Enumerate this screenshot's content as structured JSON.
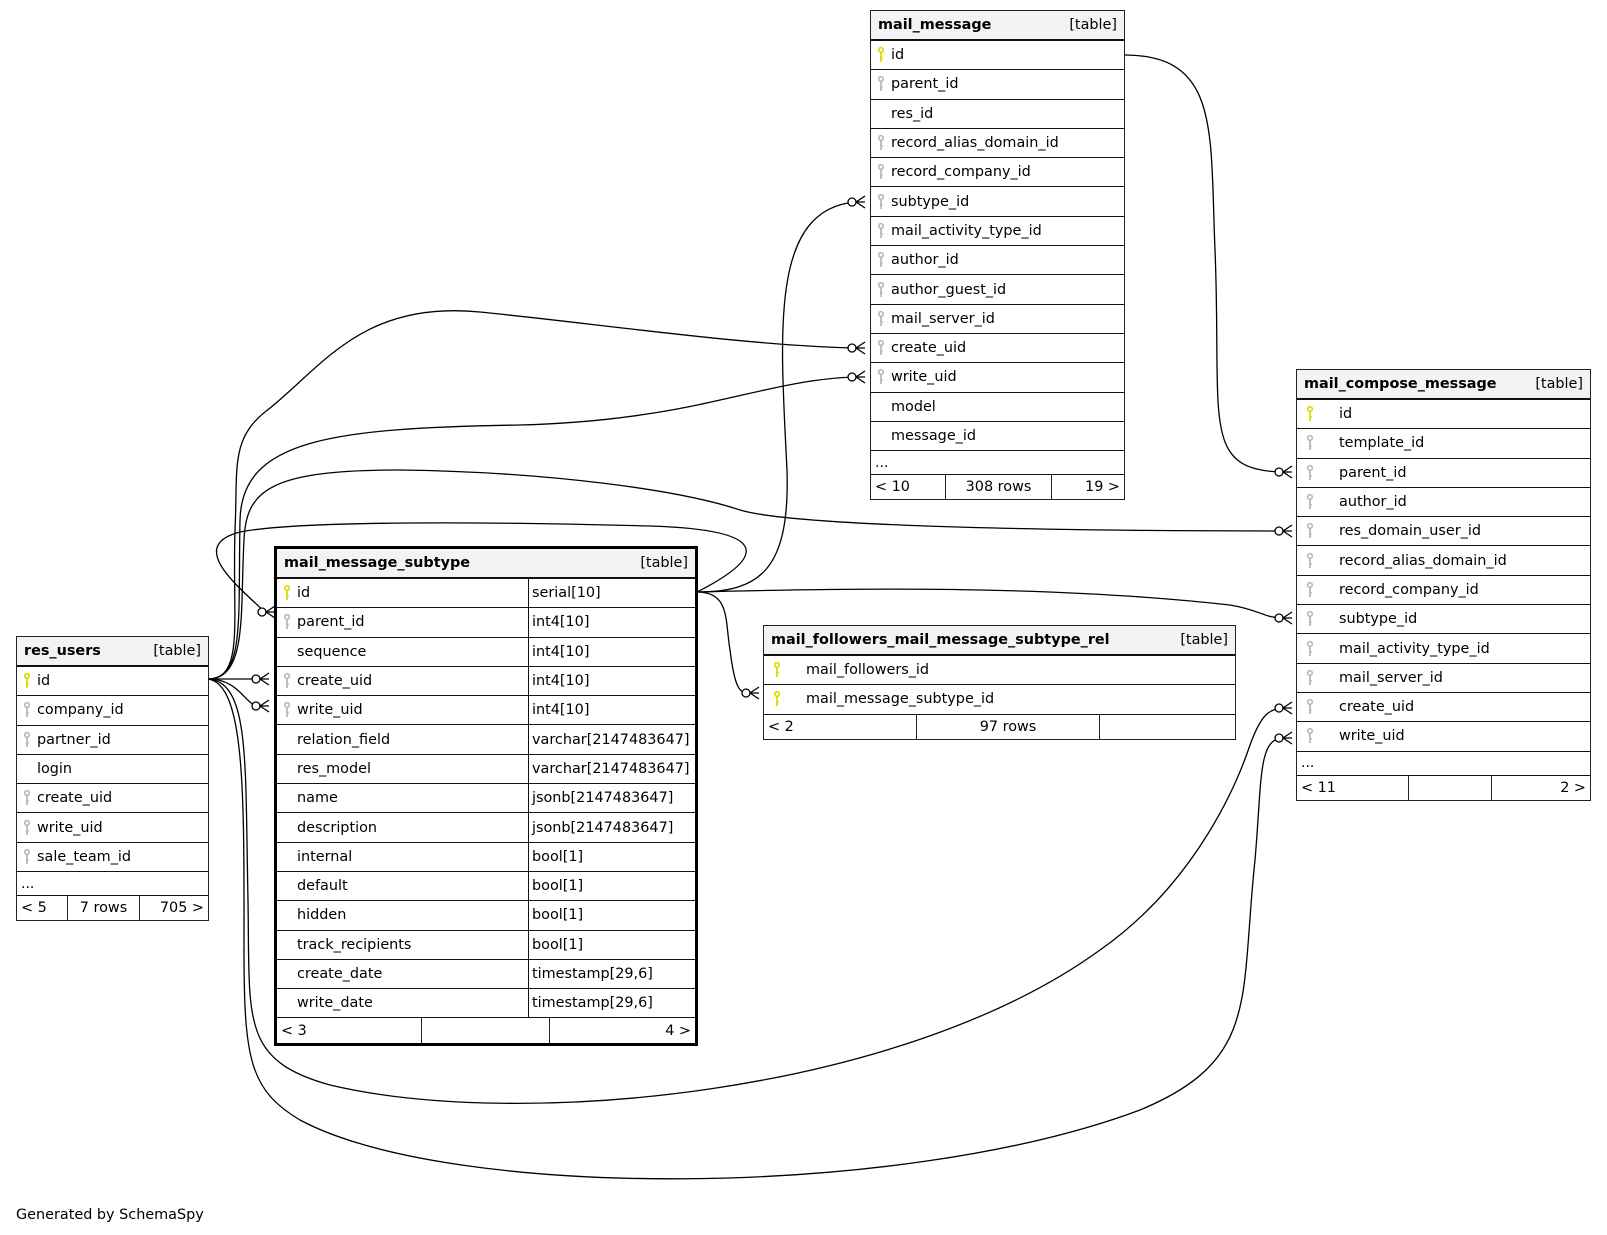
{
  "diagram": {
    "footer_text": "Generated by SchemaSpy",
    "colors": {
      "primary_key": "#e0d800",
      "foreign_key": "#b8b8b8",
      "header_bg": "#f3f3f3",
      "line": "#000000"
    },
    "tables": {
      "mail_message": {
        "name": "mail_message",
        "type": "[table]",
        "columns": [
          {
            "name": "id",
            "key": "primary"
          },
          {
            "name": "parent_id",
            "key": "foreign"
          },
          {
            "name": "res_id",
            "key": "none"
          },
          {
            "name": "record_alias_domain_id",
            "key": "foreign"
          },
          {
            "name": "record_company_id",
            "key": "foreign"
          },
          {
            "name": "subtype_id",
            "key": "foreign"
          },
          {
            "name": "mail_activity_type_id",
            "key": "foreign"
          },
          {
            "name": "author_id",
            "key": "foreign"
          },
          {
            "name": "author_guest_id",
            "key": "foreign"
          },
          {
            "name": "mail_server_id",
            "key": "foreign"
          },
          {
            "name": "create_uid",
            "key": "foreign"
          },
          {
            "name": "write_uid",
            "key": "foreign"
          },
          {
            "name": "model",
            "key": "none"
          },
          {
            "name": "message_id",
            "key": "none"
          }
        ],
        "more": "...",
        "footer": {
          "left": "< 10",
          "mid": "308 rows",
          "right": "19 >"
        }
      },
      "mail_compose_message": {
        "name": "mail_compose_message",
        "type": "[table]",
        "columns": [
          {
            "name": "id",
            "key": "primary"
          },
          {
            "name": "template_id",
            "key": "foreign"
          },
          {
            "name": "parent_id",
            "key": "foreign"
          },
          {
            "name": "author_id",
            "key": "foreign"
          },
          {
            "name": "res_domain_user_id",
            "key": "foreign"
          },
          {
            "name": "record_alias_domain_id",
            "key": "foreign"
          },
          {
            "name": "record_company_id",
            "key": "foreign"
          },
          {
            "name": "subtype_id",
            "key": "foreign"
          },
          {
            "name": "mail_activity_type_id",
            "key": "foreign"
          },
          {
            "name": "mail_server_id",
            "key": "foreign"
          },
          {
            "name": "create_uid",
            "key": "foreign"
          },
          {
            "name": "write_uid",
            "key": "foreign"
          }
        ],
        "more": "...",
        "footer": {
          "left": "< 11",
          "mid": "",
          "right": "2 >"
        }
      },
      "res_users": {
        "name": "res_users",
        "type": "[table]",
        "columns": [
          {
            "name": "id",
            "key": "primary"
          },
          {
            "name": "company_id",
            "key": "foreign"
          },
          {
            "name": "partner_id",
            "key": "foreign"
          },
          {
            "name": "login",
            "key": "none"
          },
          {
            "name": "create_uid",
            "key": "foreign"
          },
          {
            "name": "write_uid",
            "key": "foreign"
          },
          {
            "name": "sale_team_id",
            "key": "foreign"
          }
        ],
        "more": "...",
        "footer": {
          "left": "< 5",
          "mid": "7 rows",
          "right": "705 >"
        }
      },
      "mail_message_subtype": {
        "name": "mail_message_subtype",
        "type": "[table]",
        "columns": [
          {
            "name": "id",
            "key": "primary",
            "datatype": "serial[10]"
          },
          {
            "name": "parent_id",
            "key": "foreign",
            "datatype": "int4[10]"
          },
          {
            "name": "sequence",
            "key": "none",
            "datatype": "int4[10]"
          },
          {
            "name": "create_uid",
            "key": "foreign",
            "datatype": "int4[10]"
          },
          {
            "name": "write_uid",
            "key": "foreign",
            "datatype": "int4[10]"
          },
          {
            "name": "relation_field",
            "key": "none",
            "datatype": "varchar[2147483647]"
          },
          {
            "name": "res_model",
            "key": "none",
            "datatype": "varchar[2147483647]"
          },
          {
            "name": "name",
            "key": "none",
            "datatype": "jsonb[2147483647]"
          },
          {
            "name": "description",
            "key": "none",
            "datatype": "jsonb[2147483647]"
          },
          {
            "name": "internal",
            "key": "none",
            "datatype": "bool[1]"
          },
          {
            "name": "default",
            "key": "none",
            "datatype": "bool[1]"
          },
          {
            "name": "hidden",
            "key": "none",
            "datatype": "bool[1]"
          },
          {
            "name": "track_recipients",
            "key": "none",
            "datatype": "bool[1]"
          },
          {
            "name": "create_date",
            "key": "none",
            "datatype": "timestamp[29,6]"
          },
          {
            "name": "write_date",
            "key": "none",
            "datatype": "timestamp[29,6]"
          }
        ],
        "footer": {
          "left": "< 3",
          "mid": "",
          "right": "4 >"
        }
      },
      "mail_followers_mail_message_subtype_rel": {
        "name": "mail_followers_mail_message_subtype_rel",
        "type": "[table]",
        "columns": [
          {
            "name": "mail_followers_id",
            "key": "primary"
          },
          {
            "name": "mail_message_subtype_id",
            "key": "primary"
          }
        ],
        "footer": {
          "left": "< 2",
          "mid": "97 rows",
          "right": ""
        }
      }
    },
    "relationships": [
      {
        "from": "mail_message.id",
        "to": "mail_compose_message.parent_id",
        "cardinality": "one-to-zero-or-many"
      },
      {
        "from": "mail_message_subtype.id",
        "to": "mail_message.subtype_id",
        "cardinality": "one-to-zero-or-many"
      },
      {
        "from": "mail_message_subtype.id",
        "to": "mail_compose_message.subtype_id",
        "cardinality": "one-to-zero-or-many"
      },
      {
        "from": "mail_message_subtype.id",
        "to": "mail_followers_mail_message_subtype_rel.mail_message_subtype_id",
        "cardinality": "one-to-zero-or-many"
      },
      {
        "from": "mail_message_subtype.id",
        "to": "mail_message_subtype.parent_id",
        "cardinality": "one-to-zero-or-many"
      },
      {
        "from": "res_users.id",
        "to": "mail_message.create_uid",
        "cardinality": "one-to-zero-or-many"
      },
      {
        "from": "res_users.id",
        "to": "mail_message.write_uid",
        "cardinality": "one-to-zero-or-many"
      },
      {
        "from": "res_users.id",
        "to": "mail_compose_message.res_domain_user_id",
        "cardinality": "one-to-zero-or-many"
      },
      {
        "from": "res_users.id",
        "to": "mail_compose_message.create_uid",
        "cardinality": "one-to-zero-or-many"
      },
      {
        "from": "res_users.id",
        "to": "mail_compose_message.write_uid",
        "cardinality": "one-to-zero-or-many"
      },
      {
        "from": "res_users.id",
        "to": "mail_message_subtype.create_uid",
        "cardinality": "one-to-zero-or-many"
      },
      {
        "from": "res_users.id",
        "to": "mail_message_subtype.write_uid",
        "cardinality": "one-to-zero-or-many"
      }
    ]
  }
}
